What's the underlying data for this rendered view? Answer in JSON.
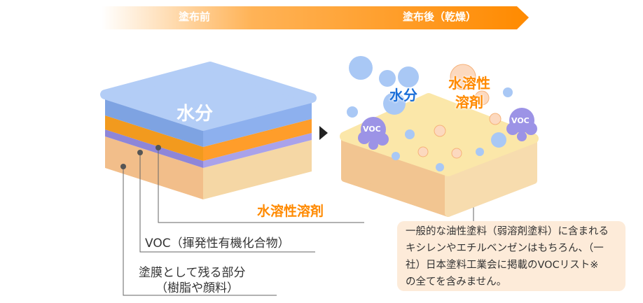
{
  "header": {
    "before": "塗布前",
    "after": "塗布後（乾燥）"
  },
  "left_cube": {
    "top_label": "水分"
  },
  "labels": {
    "solvent": "水溶性溶剤",
    "voc": "VOC（揮発性有機化合物）",
    "film_line1": "塗膜として残る部分",
    "film_line2": "（樹脂や顔料）"
  },
  "right_cube": {
    "water": "水分",
    "solvent_line1": "水溶性",
    "solvent_line2": "溶剤",
    "voc_left": "VOC",
    "voc_right": "VOC"
  },
  "note": {
    "lines": [
      "一般的な油性塗料（弱溶剤塗料）に含まれる",
      "キシレンやエチルベンゼンはもちろん、（一",
      "社）日本塗料工業会に掲載のVOCリスト※",
      "の全てを含みません。"
    ]
  },
  "colors": {
    "orange": "#ff8c00",
    "blue": "#a9c8f5",
    "beige": "#f5d9a8",
    "purple": "#9a8fe0"
  }
}
